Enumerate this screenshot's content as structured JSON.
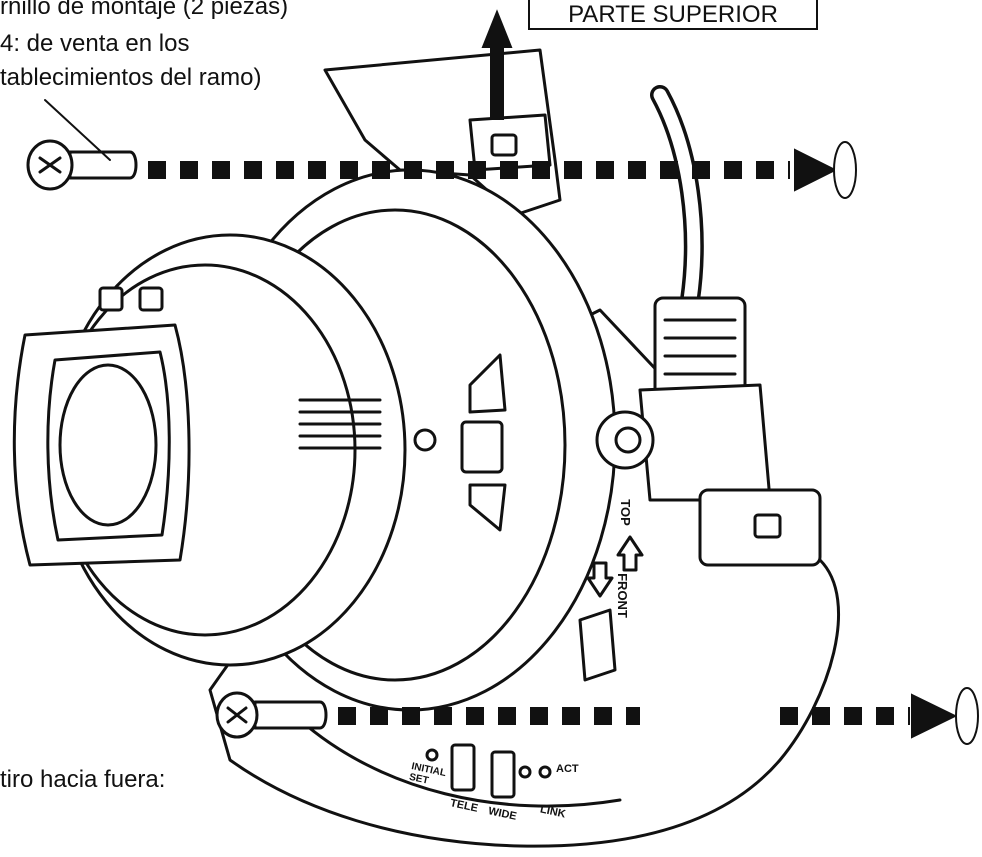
{
  "annotations": {
    "screw_note_line1": "rnillo de montaje (2 piezas)",
    "screw_note_line2": "4: de venta en los",
    "screw_note_line3": "tablecimientos del ramo)",
    "top_label": "PARTE SUPERIOR",
    "pull_note": "tiro hacia fuera:"
  },
  "markings": {
    "top": "TOP",
    "front": "FRONT",
    "initial_set": "INITIAL SET",
    "tele": "TELE",
    "wide": "WIDE",
    "act": "ACT",
    "link": "LINK"
  },
  "colors": {
    "line": "#111111",
    "paper": "#ffffff"
  }
}
